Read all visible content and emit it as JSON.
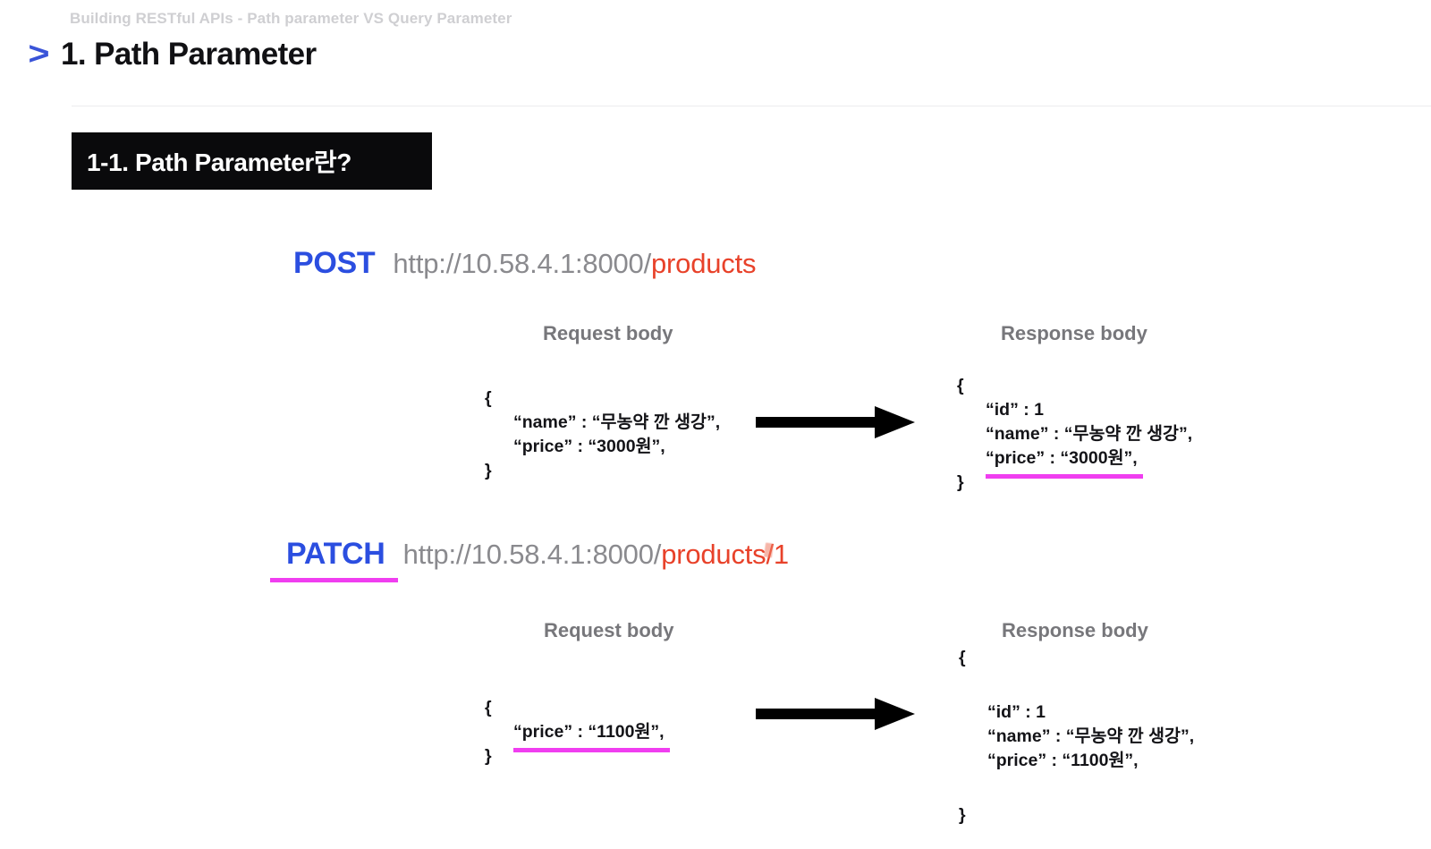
{
  "header": {
    "breadcrumb": "Building RESTful APIs - Path parameter VS Query Parameter",
    "chevron_icon": ">",
    "title": "1. Path Parameter"
  },
  "badge": {
    "label": "1-1. Path Parameter란?"
  },
  "colors": {
    "method_blue": "#2b4ee0",
    "path_red": "#e8422a",
    "highlight_magenta": "#f03ef0",
    "url_gray": "#8a8a8e",
    "badge_bg": "#0a0a0c",
    "breadcrumb_gray": "#cfcfd2",
    "chevron_blue": "#3a54d8"
  },
  "sections": [
    {
      "method": "POST",
      "url_base": "http://10.58.4.1:8000/",
      "url_path": "products",
      "method_underlined": false,
      "request": {
        "title": "Request body",
        "open_brace": "{",
        "lines": [
          {
            "text": "“name” : “무농약 깐 생강”,",
            "highlight": false
          },
          {
            "text": "“price” : “3000원”,",
            "highlight": false
          }
        ],
        "close_brace": "}"
      },
      "response": {
        "title": "Response body",
        "open_brace": "{",
        "lines": [
          {
            "text": "“id” : 1",
            "highlight": false
          },
          {
            "text": "“name” : “무농약 깐 생강”,",
            "highlight": false
          },
          {
            "text": "“price” : “3000원”,",
            "highlight": true
          }
        ],
        "close_brace": "}"
      },
      "arrow_icon": "arrow-right-icon"
    },
    {
      "method": "PATCH",
      "url_base": "http://10.58.4.1:8000/",
      "url_path": "products/1",
      "method_underlined": true,
      "request": {
        "title": "Request body",
        "open_brace": "{",
        "lines": [
          {
            "text": "“price” : “1100원”,",
            "highlight": true
          }
        ],
        "close_brace": "}"
      },
      "response": {
        "title": "Response body",
        "open_brace": "{",
        "lines": [
          {
            "text": "“id” : 1",
            "highlight": false
          },
          {
            "text": "“name” : “무농약 깐 생강”,",
            "highlight": false
          },
          {
            "text": "“price” : “1100원”,",
            "highlight": false
          }
        ],
        "close_brace": "}"
      },
      "arrow_icon": "arrow-right-icon"
    }
  ]
}
